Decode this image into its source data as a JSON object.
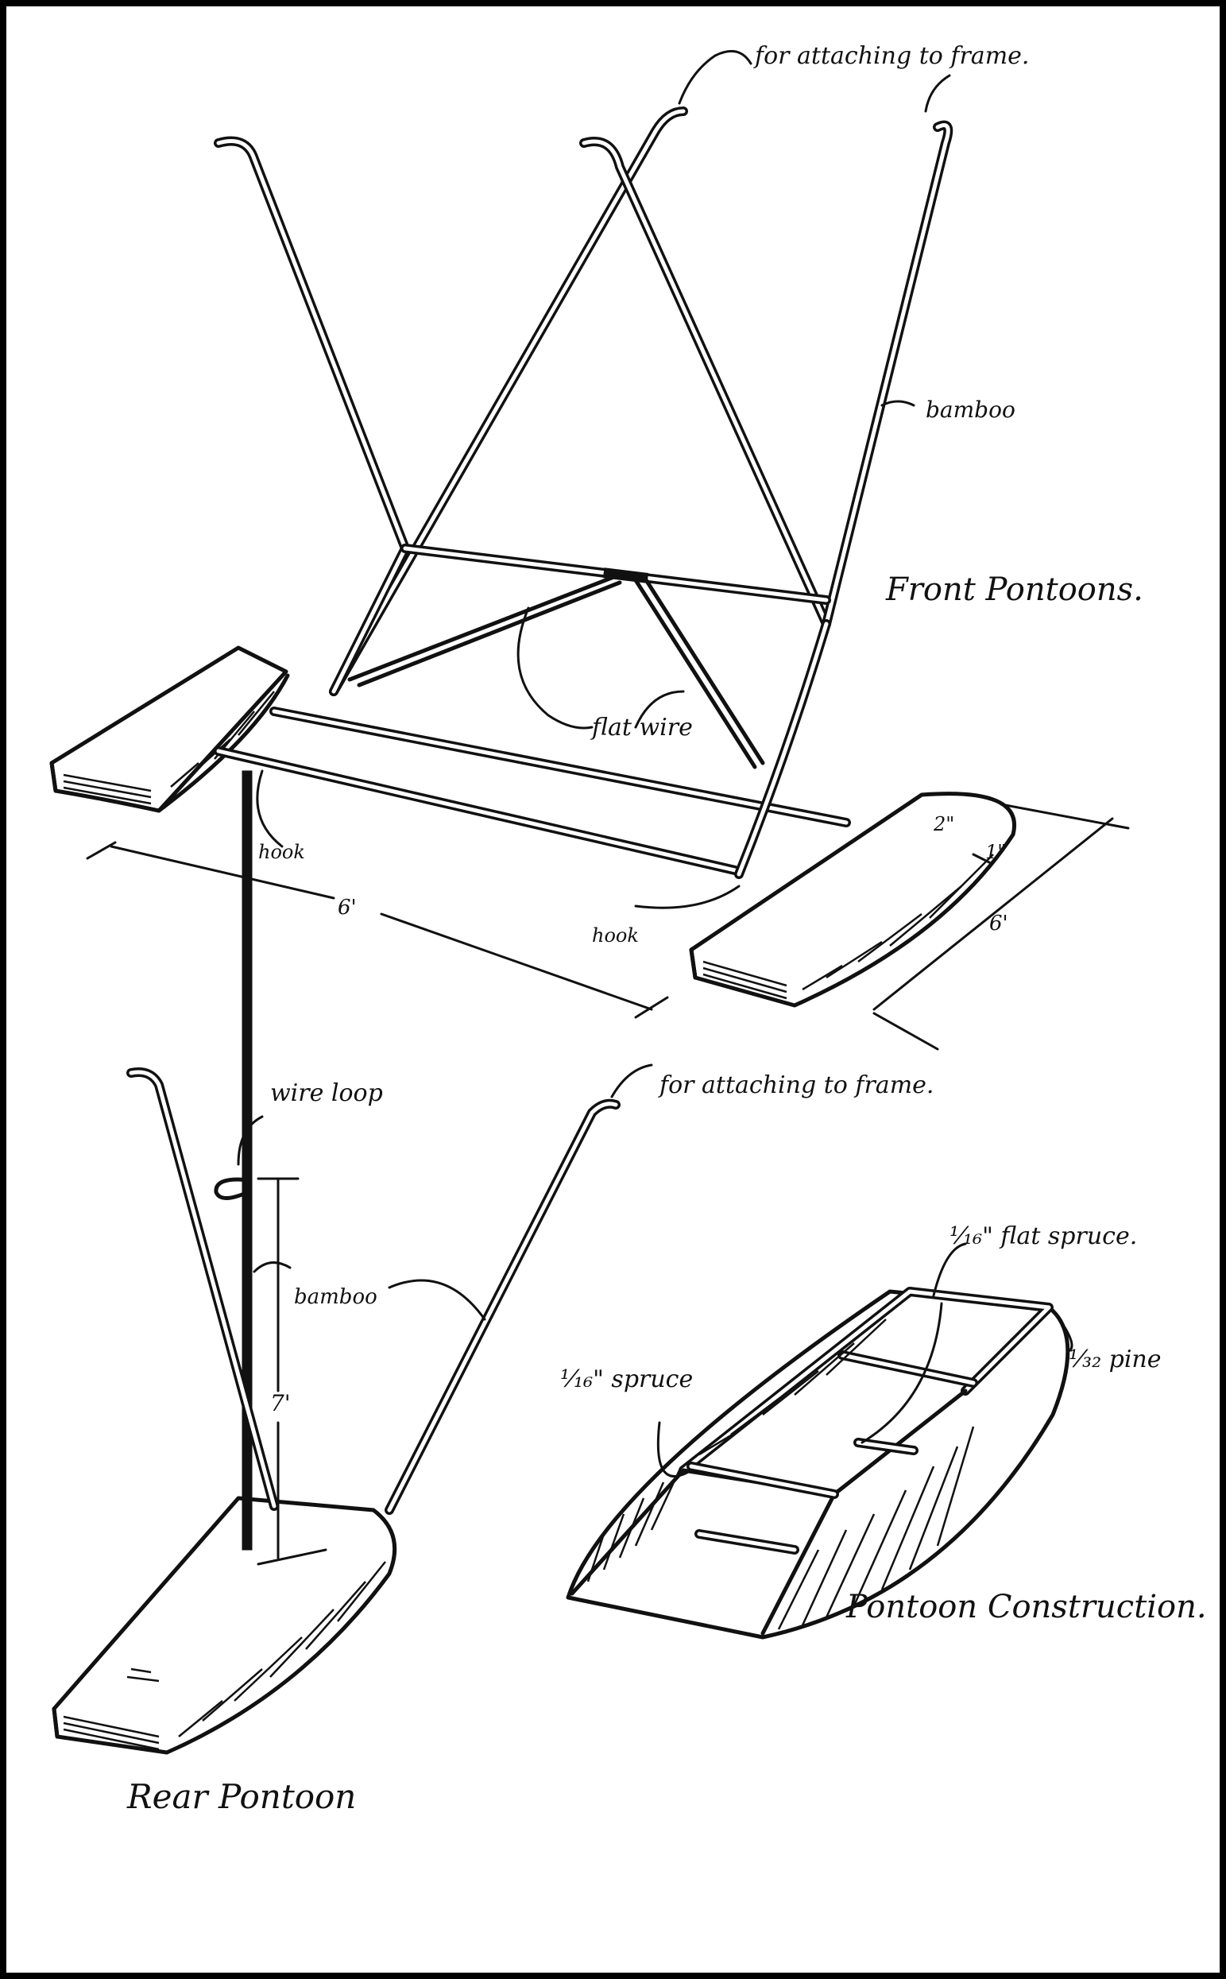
{
  "labels": {
    "front_attach": "for attaching to frame.",
    "front_bamboo": "bamboo",
    "front_title": "Front Pontoons.",
    "flat_wire": "flat wire",
    "hook_left": "hook",
    "hook_right": "hook",
    "dim_width": "6'",
    "dim_length": "6'",
    "dim_2in": "2\"",
    "dim_1in": "1\"",
    "wire_loop": "wire loop",
    "rear_attach": "for attaching to frame.",
    "rear_bamboo": "bamboo",
    "dim_7ft": "7'",
    "rear_title": "Rear Pontoon",
    "flat_spruce": "¹⁄₁₆\" flat spruce.",
    "pine": "¹⁄₃₂ pine",
    "spruce_16": "¹⁄₁₆\" spruce",
    "construction_title": "Pontoon Construction."
  }
}
